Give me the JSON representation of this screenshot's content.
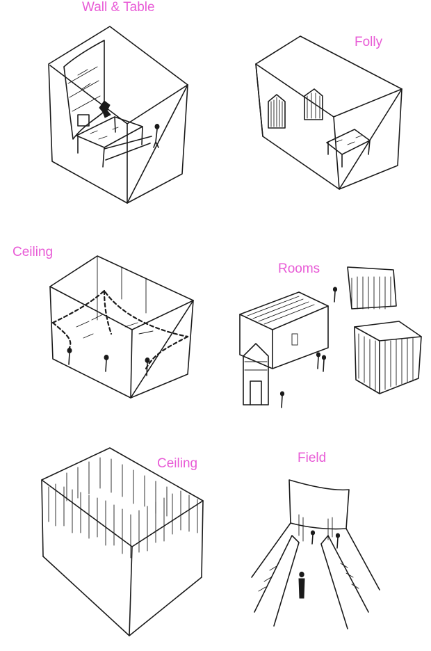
{
  "labels": {
    "wall_table": "Wall & Table",
    "folly": "Folly",
    "ceiling_1": "Ceiling",
    "rooms": "Rooms",
    "ceiling_2": "Ceiling",
    "field": "Field"
  },
  "colors": {
    "label": "#e85bd6",
    "ink": "#1a1a1a",
    "paper": "#ffffff"
  }
}
